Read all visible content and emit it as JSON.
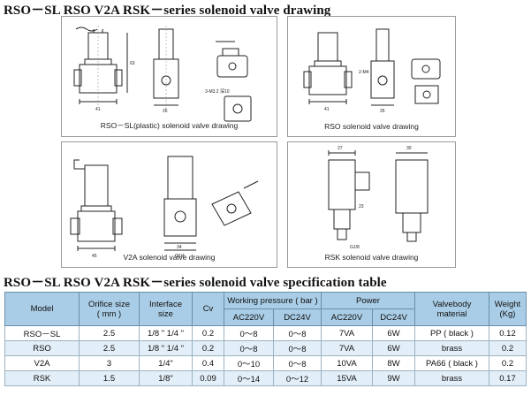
{
  "page": {
    "drawing_heading": "RSO－SL RSO V2A RSK－series solenoid valve drawing",
    "table_heading": "RSO－SL RSO V2A RSK－series solenoid valve specification table"
  },
  "panels": [
    {
      "caption": "RSO－SL(plastic) solenoid valve drawing"
    },
    {
      "caption": "RSO solenoid valve drawing"
    },
    {
      "caption": "V2A solenoid valve drawing"
    },
    {
      "caption": "RSK solenoid valve drawing"
    }
  ],
  "drawing_labels": {
    "rsosl_dim_width": "41",
    "rsosl_dim_side": "26",
    "rsosl_dim_height": "63",
    "rsosl_note": "3-M3.2 深10",
    "rso_dim_width": "41",
    "rso_dim_side": "26",
    "rso_dim_thread": "2-M4",
    "v2a_dim_width": "45",
    "v2a_dim_small": "34",
    "v2a_dim_thread": "G1/4",
    "rsk_dim_top": "27",
    "rsk_dim_side": "30",
    "rsk_dim_mid": "23",
    "rsk_dim_thread": "G1/8"
  },
  "spec_table": {
    "headers": {
      "model": "Model",
      "orifice": "Orifice size\n( mm )",
      "interface": "Interface\nsize",
      "cv": "Cv",
      "working_pressure": "Working pressure ( bar )",
      "power": "Power",
      "valvebody": "Valvebody\nmaterial",
      "weight": "Weight\n(Kg)",
      "ac220v_pressure": "AC220V",
      "dc24v_pressure": "DC24V",
      "ac220v_power": "AC220V",
      "dc24v_power": "DC24V"
    },
    "rows": [
      {
        "model": "RSO－SL",
        "orifice": "2.5",
        "interface": "1/8 \" 1/4 \"",
        "cv": "0.2",
        "p_ac": "0～8",
        "p_dc": "0～8",
        "w_ac": "7VA",
        "w_dc": "6W",
        "material": "PP ( black )",
        "weight": "0.12"
      },
      {
        "model": "RSO",
        "orifice": "2.5",
        "interface": "1/8 \" 1/4 \"",
        "cv": "0.2",
        "p_ac": "0～8",
        "p_dc": "0～8",
        "w_ac": "7VA",
        "w_dc": "6W",
        "material": "brass",
        "weight": "0.2"
      },
      {
        "model": "V2A",
        "orifice": "3",
        "interface": "1/4\"",
        "cv": "0.4",
        "p_ac": "0～10",
        "p_dc": "0～8",
        "w_ac": "10VA",
        "w_dc": "8W",
        "material": "PA66 ( black )",
        "weight": "0.2"
      },
      {
        "model": "RSK",
        "orifice": "1.5",
        "interface": "1/8\"",
        "cv": "0.09",
        "p_ac": "0～14",
        "p_dc": "0～12",
        "w_ac": "15VA",
        "w_dc": "9W",
        "material": "brass",
        "weight": "0.17"
      }
    ]
  }
}
